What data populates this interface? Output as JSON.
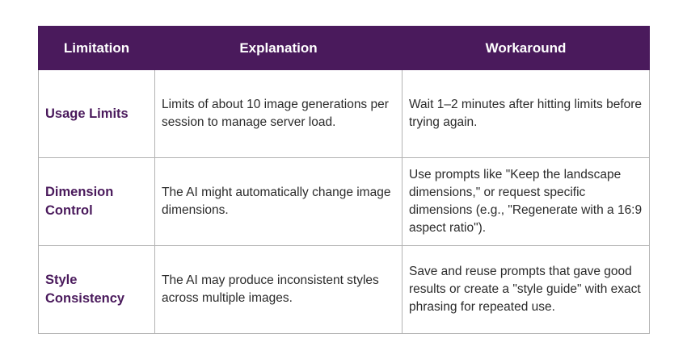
{
  "table": {
    "headers": [
      "Limitation",
      "Explanation",
      "Workaround"
    ],
    "rows": [
      {
        "limitation": "Usage Limits",
        "explanation": "Limits of about 10 image generations per session to manage server load.",
        "workaround": "Wait 1–2 minutes after hitting limits before trying again."
      },
      {
        "limitation": "Dimension Control",
        "explanation": "The AI might automatically change image dimensions.",
        "workaround": "Use prompts like \"Keep the landscape dimensions,\" or request specific dimensions (e.g., \"Regenerate with a 16:9 aspect ratio\")."
      },
      {
        "limitation": "Style Consistency",
        "explanation": "The AI may produce inconsistent styles across multiple images.",
        "workaround": "Save and reuse prompts that gave good results or create a \"style guide\" with exact phrasing for repeated use."
      }
    ]
  },
  "colors": {
    "header_bg": "#4a1a5c",
    "header_text": "#ffffff",
    "limitation_text": "#4a1a5c",
    "border": "#b3b3b3"
  }
}
